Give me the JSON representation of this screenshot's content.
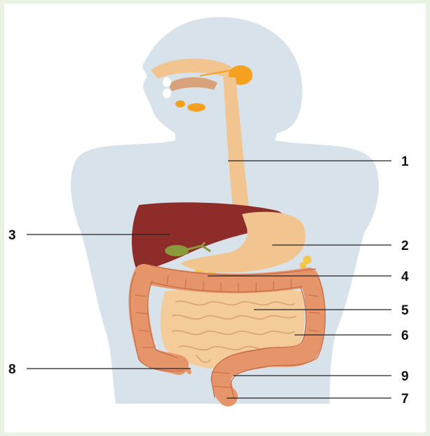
{
  "labels": [
    {
      "id": "1",
      "text": "1"
    },
    {
      "id": "2",
      "text": "2"
    },
    {
      "id": "3",
      "text": "3"
    },
    {
      "id": "4",
      "text": "4"
    },
    {
      "id": "5",
      "text": "5"
    },
    {
      "id": "6",
      "text": "6"
    },
    {
      "id": "7",
      "text": "7"
    },
    {
      "id": "8",
      "text": "8"
    },
    {
      "id": "9",
      "text": "9"
    }
  ],
  "colors": {
    "background": "#e8f3e3",
    "body_silhouette": "#d8e2ea",
    "liver": "#8e2c2a",
    "stomach_esophagus": "#f2c48f",
    "intestine": "#e6956a",
    "small_intestine": "#f3cc9a",
    "gallbladder": "#8a9a3a",
    "glands": "#f5a01e",
    "leader_lines": "#222222"
  }
}
